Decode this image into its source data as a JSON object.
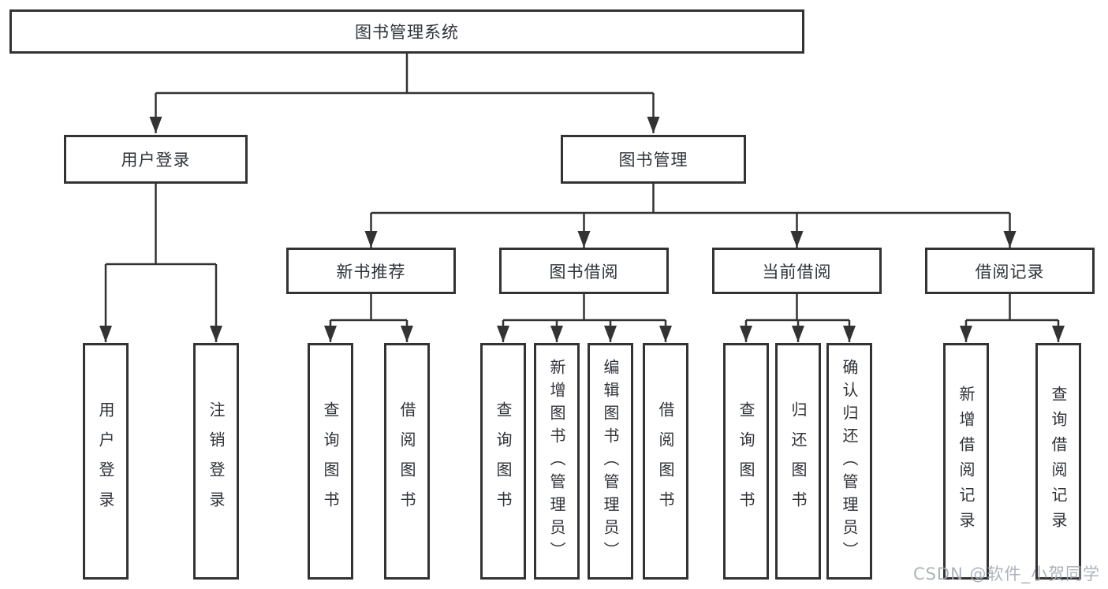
{
  "tree": {
    "root": {
      "label": "图书管理系统"
    },
    "children": [
      {
        "label": "用户登录",
        "children": [
          {
            "label": "用户登录"
          },
          {
            "label": "注销登录"
          }
        ]
      },
      {
        "label": "图书管理",
        "children": [
          {
            "label": "新书推荐",
            "children": [
              {
                "label": "查询图书"
              },
              {
                "label": "借阅图书"
              }
            ]
          },
          {
            "label": "图书借阅",
            "children": [
              {
                "label": "查询图书"
              },
              {
                "label": "新增图书（管理员）"
              },
              {
                "label": "编辑图书（管理员）"
              },
              {
                "label": "借阅图书"
              }
            ]
          },
          {
            "label": "当前借阅",
            "children": [
              {
                "label": "查询图书"
              },
              {
                "label": "归还图书"
              },
              {
                "label": "确认归还（管理员）"
              }
            ]
          },
          {
            "label": "借阅记录",
            "children": [
              {
                "label": "新增借阅记录"
              },
              {
                "label": "查询借阅记录"
              }
            ]
          }
        ]
      }
    ]
  },
  "watermark": "CSDN @软件_小贺同学",
  "colors": {
    "line": "#333333",
    "box_border": "#333333",
    "text": "#2f3238",
    "watermark": "#a5abb4"
  }
}
